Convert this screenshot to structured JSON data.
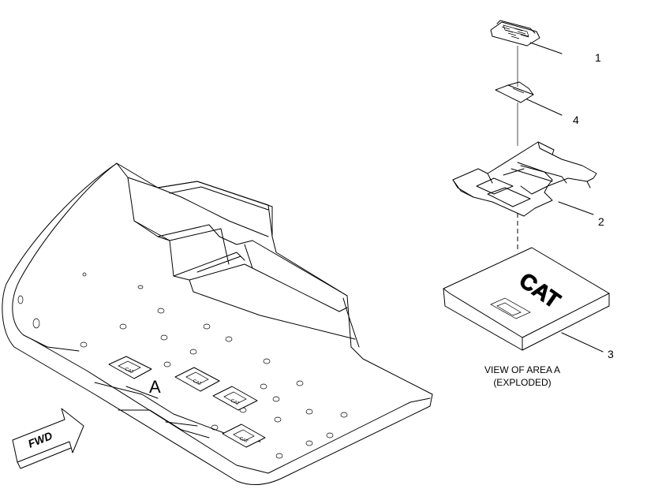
{
  "callouts": [
    {
      "id": "1",
      "label": "1"
    },
    {
      "id": "4",
      "label": "4"
    },
    {
      "id": "2",
      "label": "2"
    },
    {
      "id": "3",
      "label": "3"
    }
  ],
  "caption": {
    "line1": "VIEW OF AREA A",
    "line2": "(EXPLODED)"
  },
  "area_label": "A",
  "fwd_label": "FWD",
  "badge_text": "CAT"
}
